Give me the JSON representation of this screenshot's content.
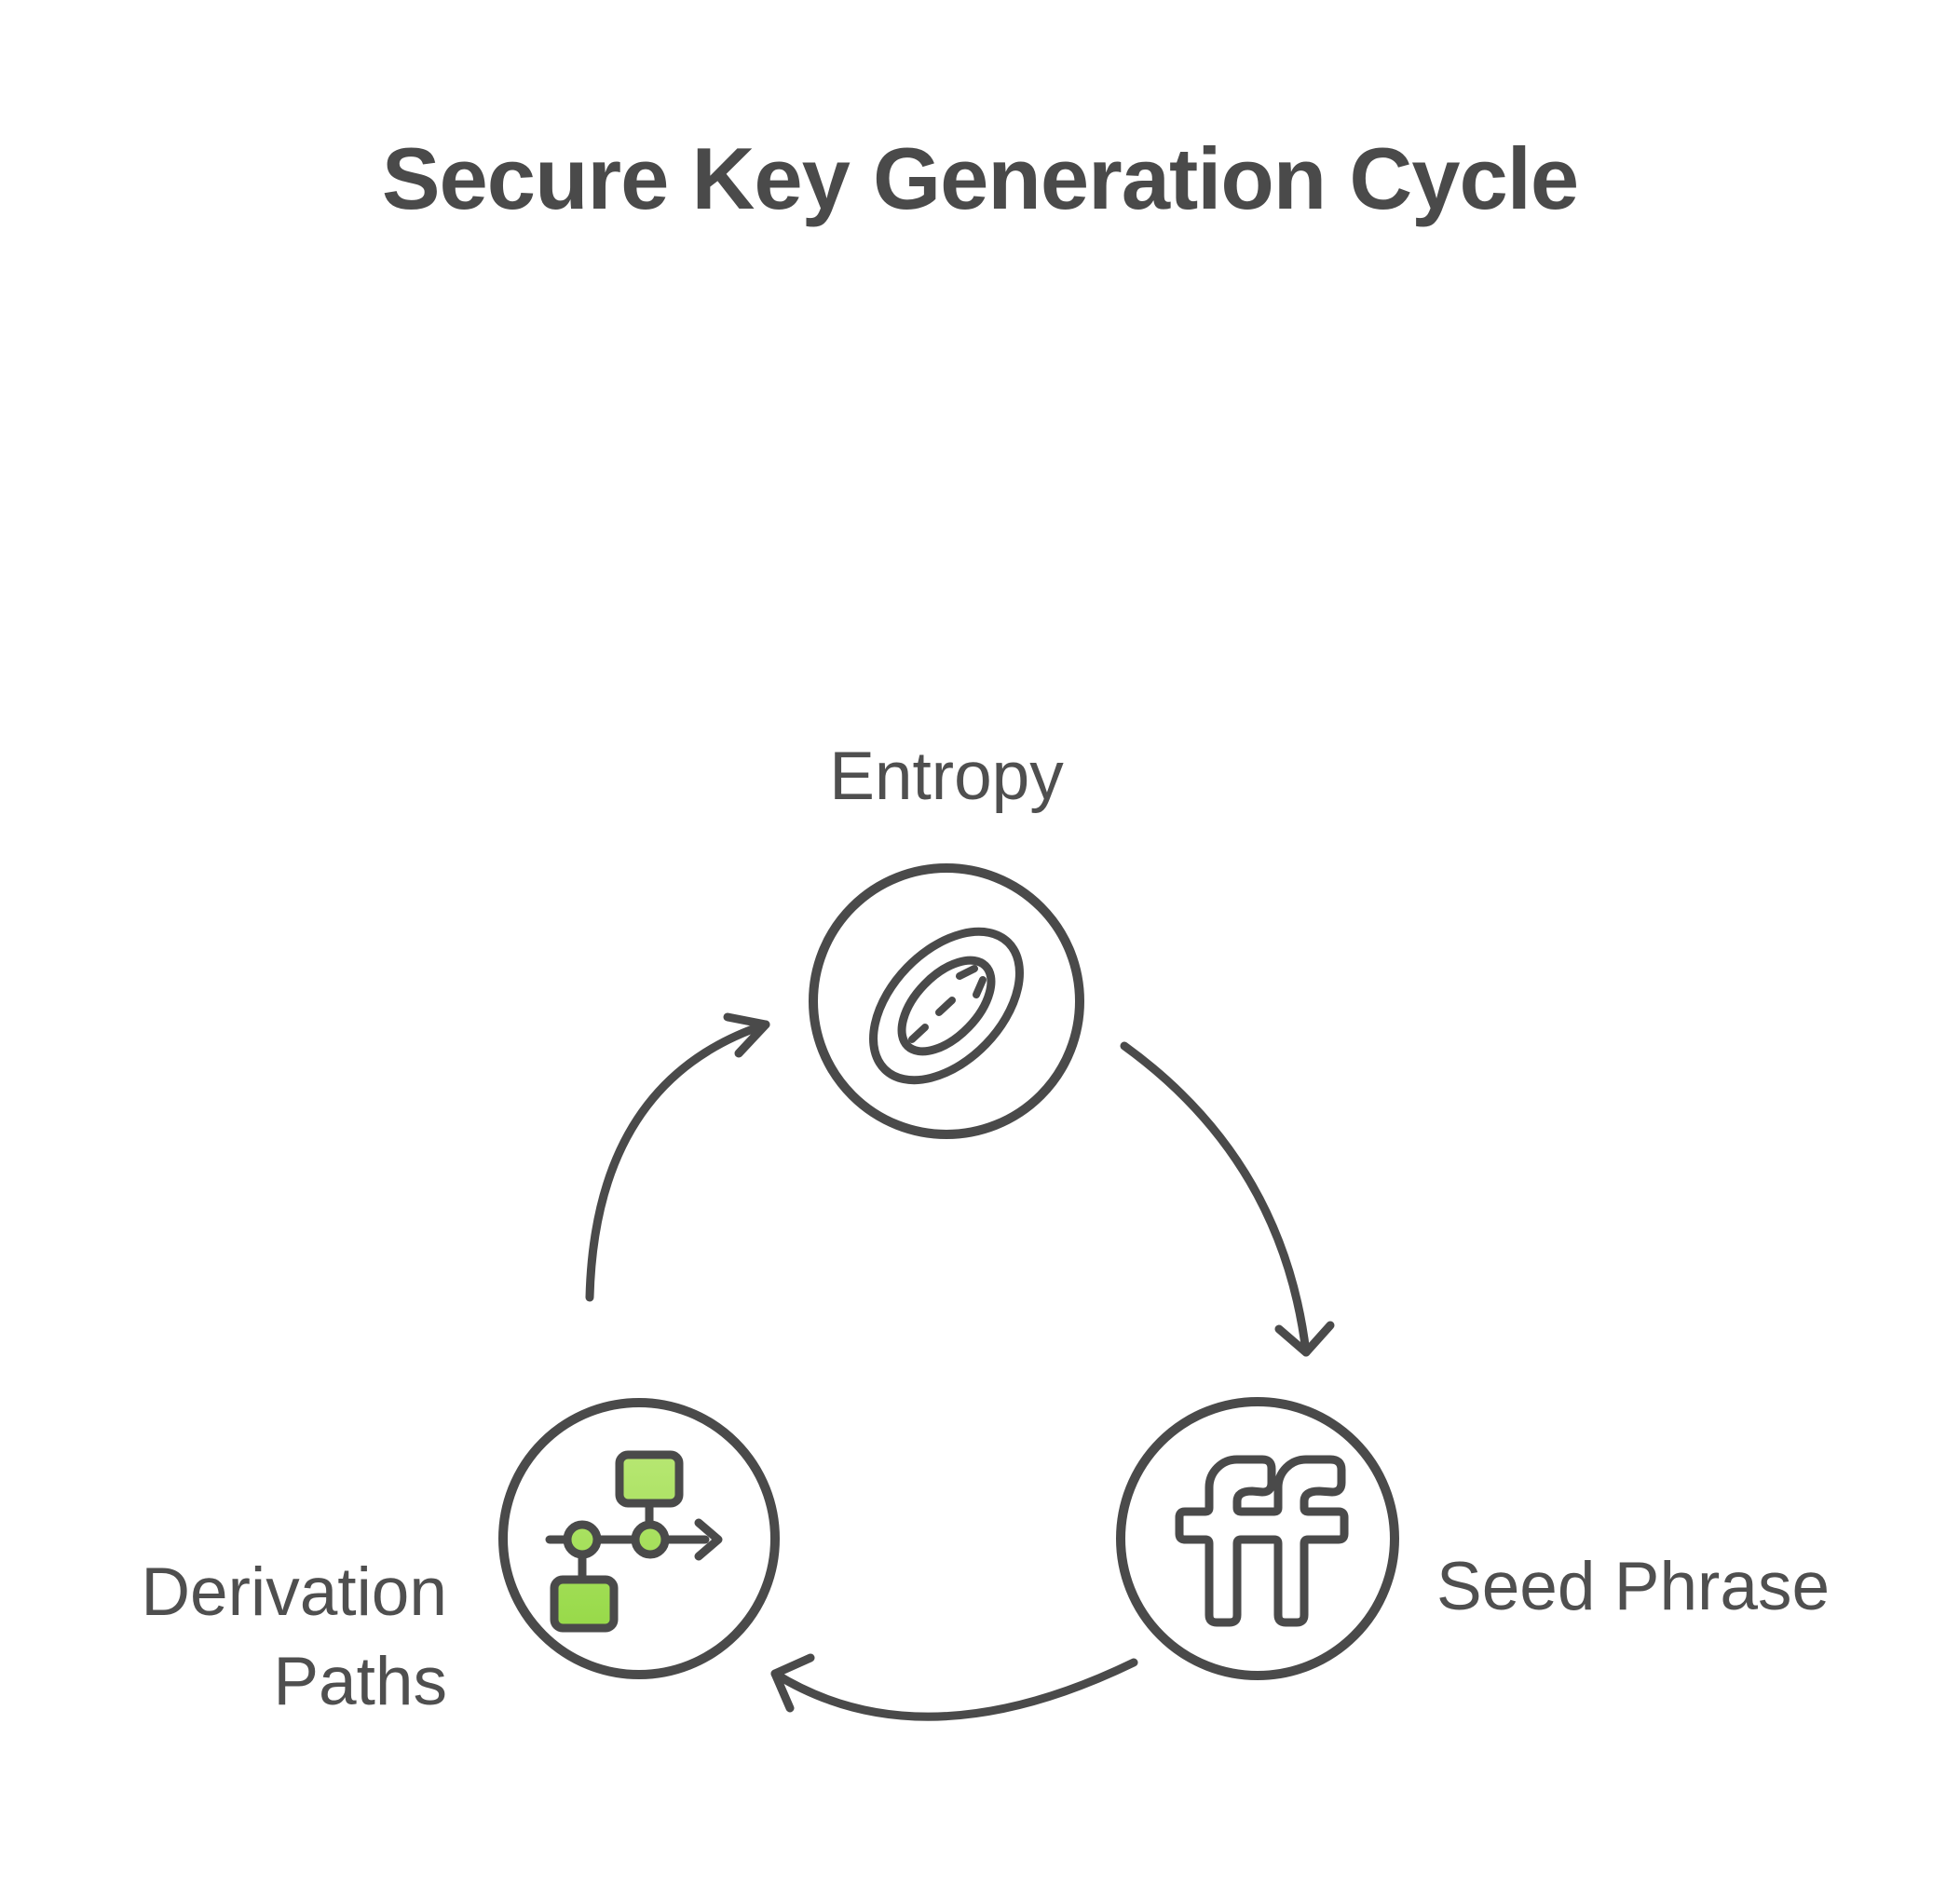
{
  "title": "Secure Key Generation Cycle",
  "diagram_type": "cycle",
  "theme": {
    "background": "#ffffff",
    "line": "#4a4a4a",
    "text": "#4f4f4f",
    "title_color": "#4a4a4a"
  },
  "nodes": [
    {
      "id": "entropy",
      "label": "Entropy",
      "icon": "entropy-contour-icon",
      "color_top": "#79dbf8",
      "color_bottom": "#27c2f6"
    },
    {
      "id": "seed-phrase",
      "label": "Seed Phrase",
      "icon": "ff-ligature-icon",
      "color_top": "#80efb1",
      "color_bottom": "#41df8a"
    },
    {
      "id": "derivation-paths",
      "label": "Derivation Paths",
      "label_line1": "Derivation",
      "label_line2": "Paths",
      "icon": "workflow-icon",
      "color_top": "#c0eb7e",
      "color_bottom": "#8fd63e"
    }
  ],
  "edges": [
    {
      "from": "Entropy",
      "to": "Seed Phrase"
    },
    {
      "from": "Seed Phrase",
      "to": "Derivation Paths"
    },
    {
      "from": "Derivation Paths",
      "to": "Entropy"
    }
  ]
}
